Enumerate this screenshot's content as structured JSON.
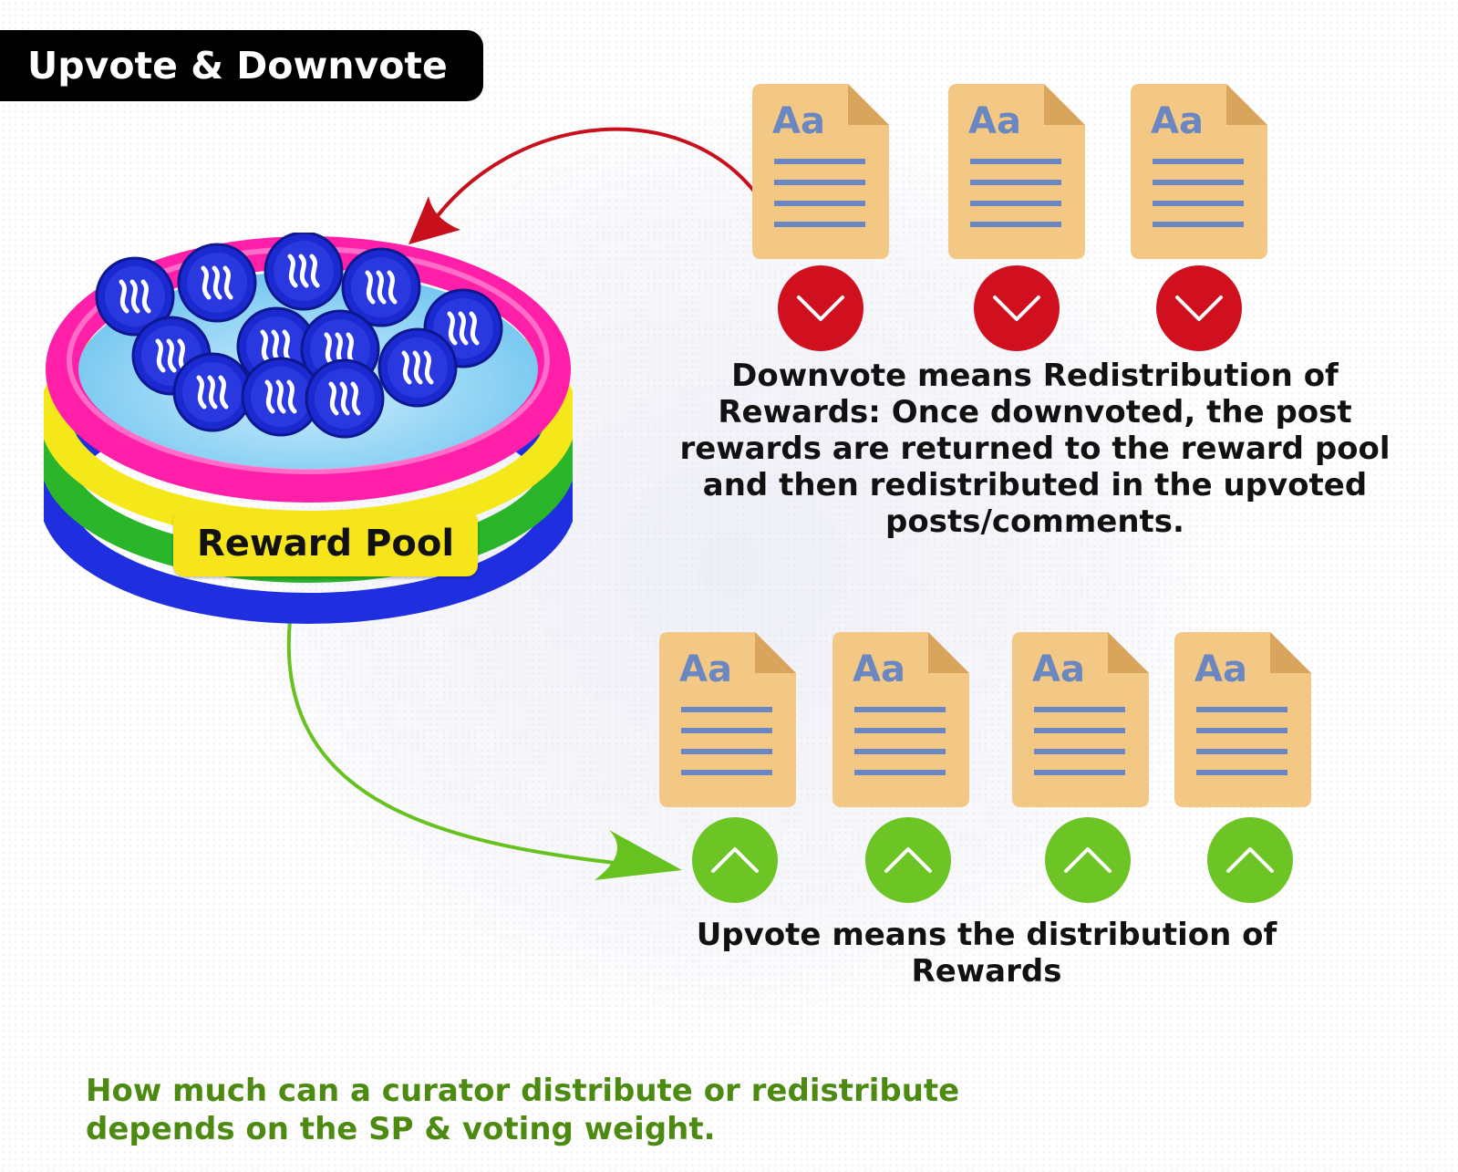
{
  "title": "Upvote & Downvote",
  "reward_pool": {
    "label": "Reward Pool",
    "coin_icon": "steem-coin-icon",
    "coin_count": 12,
    "ring_colors": [
      "#1f2fe0",
      "#2bb52b",
      "#f4e81a",
      "#ff1fa8"
    ]
  },
  "doc_icon": {
    "glyph": "Aa",
    "line_count": 4,
    "color": "#f2c884",
    "fold_color": "#d9a55c",
    "line_color": "#6b87c2"
  },
  "downvote": {
    "post_count": 3,
    "vote_icon": "chevron-down-icon",
    "color": "#d0101e",
    "description": "Downvote means Redistribution of Rewards: Once downvoted, the post rewards are returned to the reward pool and then redistributed in the upvoted posts/comments."
  },
  "upvote": {
    "post_count": 4,
    "vote_icon": "chevron-up-icon",
    "color": "#6cc524",
    "description": "Upvote means the distribution of Rewards"
  },
  "footer": "How much can a curator distribute or redistribute depends on the SP & voting weight."
}
